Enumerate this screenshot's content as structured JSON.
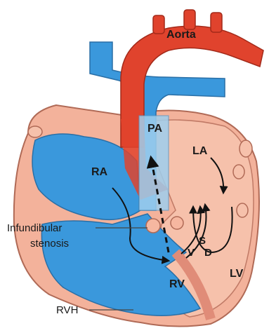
{
  "labels": {
    "aorta": "Aorta",
    "pa": "PA",
    "la": "LA",
    "ra": "RA",
    "infundibular_line1": "Infundibular",
    "infundibular_line2": "stenosis",
    "s": "S",
    "v": "V",
    "d": "D",
    "rv": "RV",
    "lv": "LV",
    "rvh": "RVH"
  },
  "colors": {
    "blue": "#3a98dc",
    "red": "#e0432d",
    "peach": "#f6b7a0",
    "outline": "#b06a56"
  }
}
